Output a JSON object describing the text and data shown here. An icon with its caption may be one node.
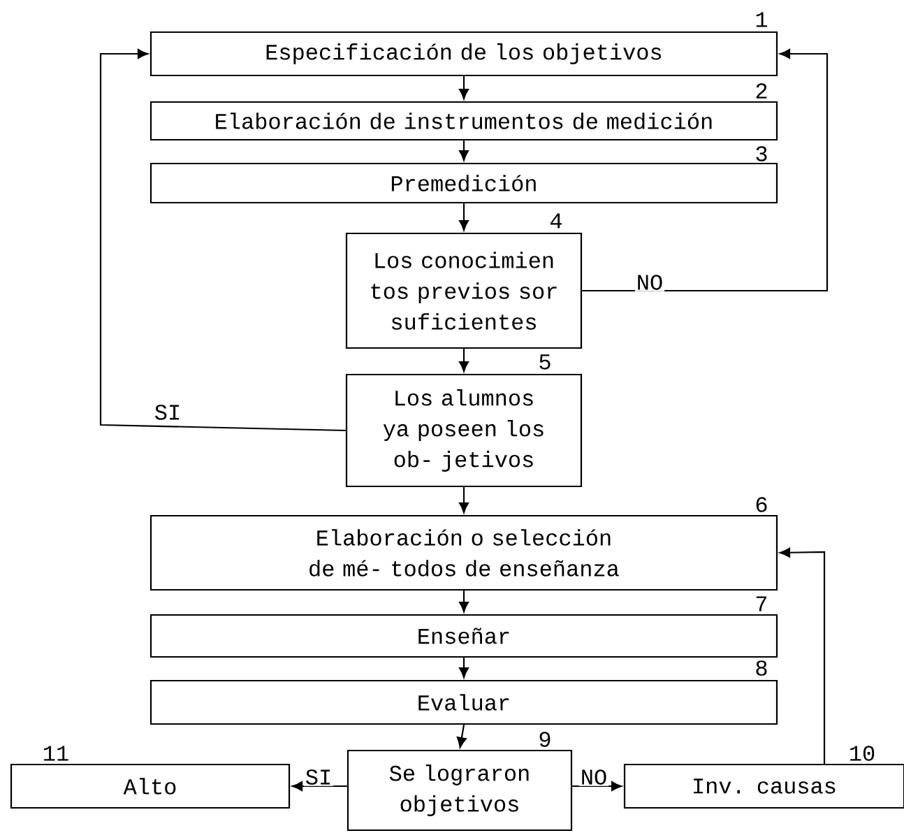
{
  "diagram": {
    "nodes": [
      {
        "text": [
          "Especificación de los objetivos"
        ],
        "beside": [
          "1"
        ]
      },
      {
        "text": [
          "Elaboración de instrumentos de medición"
        ],
        "beside": [
          "2"
        ]
      },
      {
        "text": [
          "Premedición"
        ],
        "beside": [
          "3"
        ]
      },
      {
        "text": [
          "Los conocimien tos previos sor suficientes"
        ],
        "beside": [
          "4"
        ]
      },
      {
        "text": [
          "Los alumnos ya poseen los ob- jetivos"
        ],
        "beside": [
          "5"
        ]
      },
      {
        "text": [
          "Elaboración o selección de mé- todos de enseñanza"
        ],
        "beside": [
          "6"
        ]
      },
      {
        "text": [
          "Enseñar"
        ],
        "beside": [
          "7"
        ]
      },
      {
        "text": [
          "Evaluar"
        ],
        "beside": [
          "8"
        ]
      },
      {
        "text": [
          "Se lograron objetivos"
        ],
        "beside": [
          "9"
        ]
      },
      {
        "text": [
          "Inv. causas"
        ],
        "beside": [
          "10"
        ]
      },
      {
        "text": [
          "Alto"
        ],
        "beside": [
          "11"
        ]
      }
    ],
    "edges": [
      {
        "from": 0,
        "to": 1,
        "arrow": "to"
      },
      {
        "from": 1,
        "to": 2,
        "arrow": "to"
      },
      {
        "from": 2,
        "to": 3,
        "arrow": "to"
      },
      {
        "from": 3,
        "to": 4,
        "arrow": "to"
      },
      {
        "from": 3,
        "to": 0,
        "arrow": "to",
        "label": "NO"
      },
      {
        "from": 4,
        "to": 0,
        "arrow": "to",
        "label": "SI"
      },
      {
        "from": 4,
        "to": 5,
        "arrow": "to"
      },
      {
        "from": 5,
        "to": 6,
        "arrow": "to"
      },
      {
        "from": 6,
        "to": 7,
        "arrow": "to"
      },
      {
        "from": 7,
        "to": 8,
        "arrow": "to"
      },
      {
        "from": 8,
        "to": 10,
        "arrow": "to",
        "label": "SI"
      },
      {
        "from": 8,
        "to": 9,
        "arrow": "to",
        "label": "NO"
      },
      {
        "from": 9,
        "to": 5,
        "arrow": "to"
      }
    ]
  }
}
